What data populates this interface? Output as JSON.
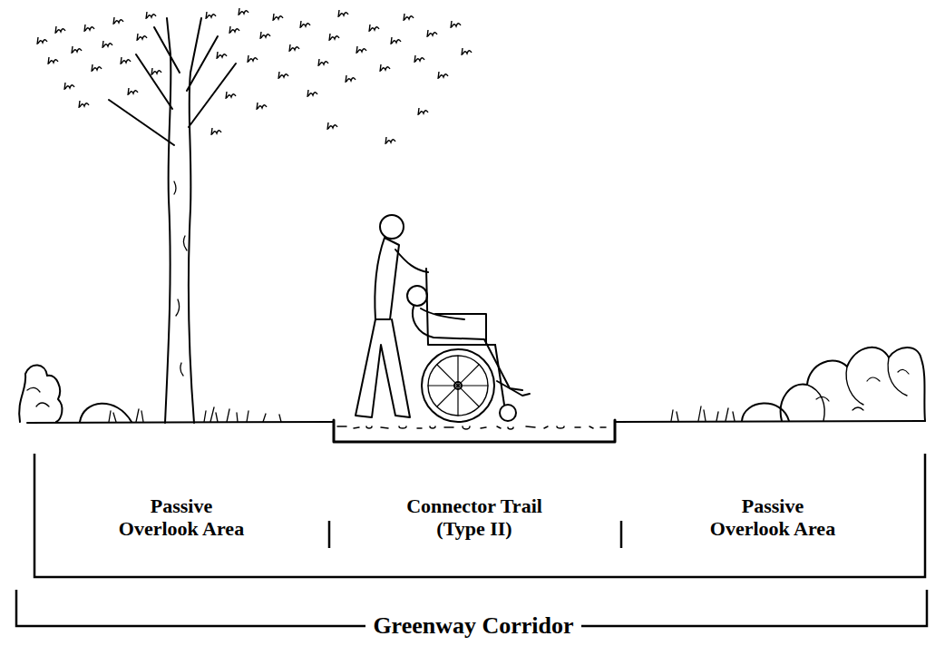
{
  "diagram": {
    "labels": [
      "Passive Overlook Area",
      "Connector Trail (Type II)",
      "Passive Overlook Area",
      "Greenway Corridor"
    ]
  }
}
